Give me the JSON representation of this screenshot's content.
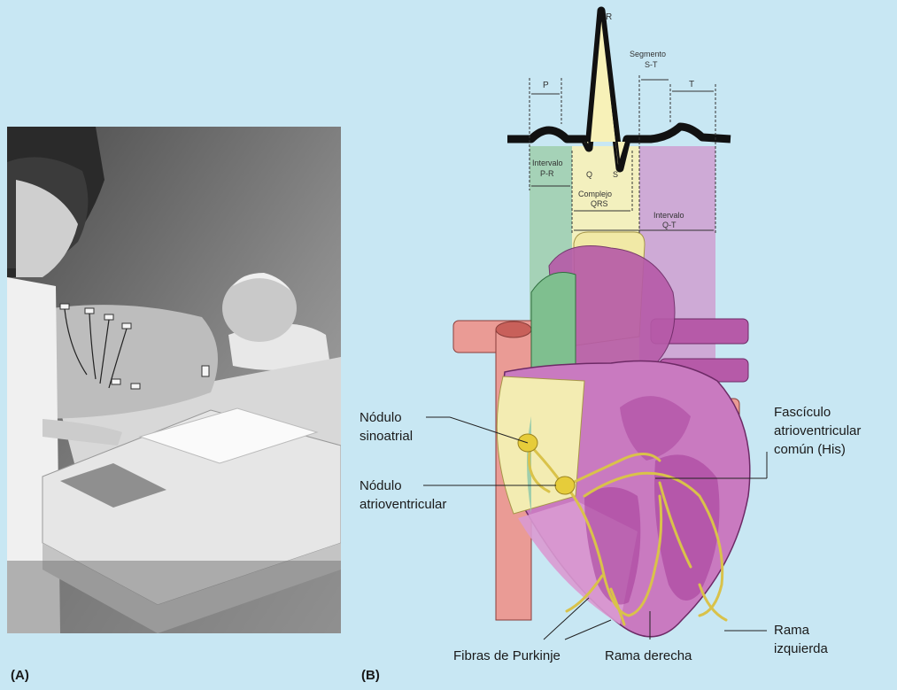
{
  "panels": {
    "a_label": "(A)",
    "b_label": "(B)"
  },
  "ecg": {
    "r": "R",
    "p": "P",
    "q": "Q",
    "s": "S",
    "t": "T",
    "segmento": "Segmento",
    "st": "S-T",
    "intervalo_pr_1": "Intervalo",
    "intervalo_pr_2": "P-R",
    "complejo_1": "Complejo",
    "complejo_2": "QRS",
    "intervalo_qt_1": "Intervalo",
    "intervalo_qt_2": "Q-T"
  },
  "heart_labels": {
    "sa_node_1": "Nódulo",
    "sa_node_2": "sinoatrial",
    "av_node_1": "Nódulo",
    "av_node_2": "atrioventricular",
    "his_1": "Fascículo",
    "his_2": "atrioventricular",
    "his_3": "común (His)",
    "purkinje": "Fibras de Purkinje",
    "right_branch": "Rama derecha",
    "left_branch_1": "Rama",
    "left_branch_2": "izquierda"
  },
  "colors": {
    "background": "#c8e7f3",
    "pr_band": "#9fceac",
    "qrs_band": "#f7f1b8",
    "qt_band": "#cf9fd0",
    "heart_purple": "#b65aa8",
    "heart_pink": "#ea9b95",
    "conduction_yellow": "#e8d35a"
  }
}
